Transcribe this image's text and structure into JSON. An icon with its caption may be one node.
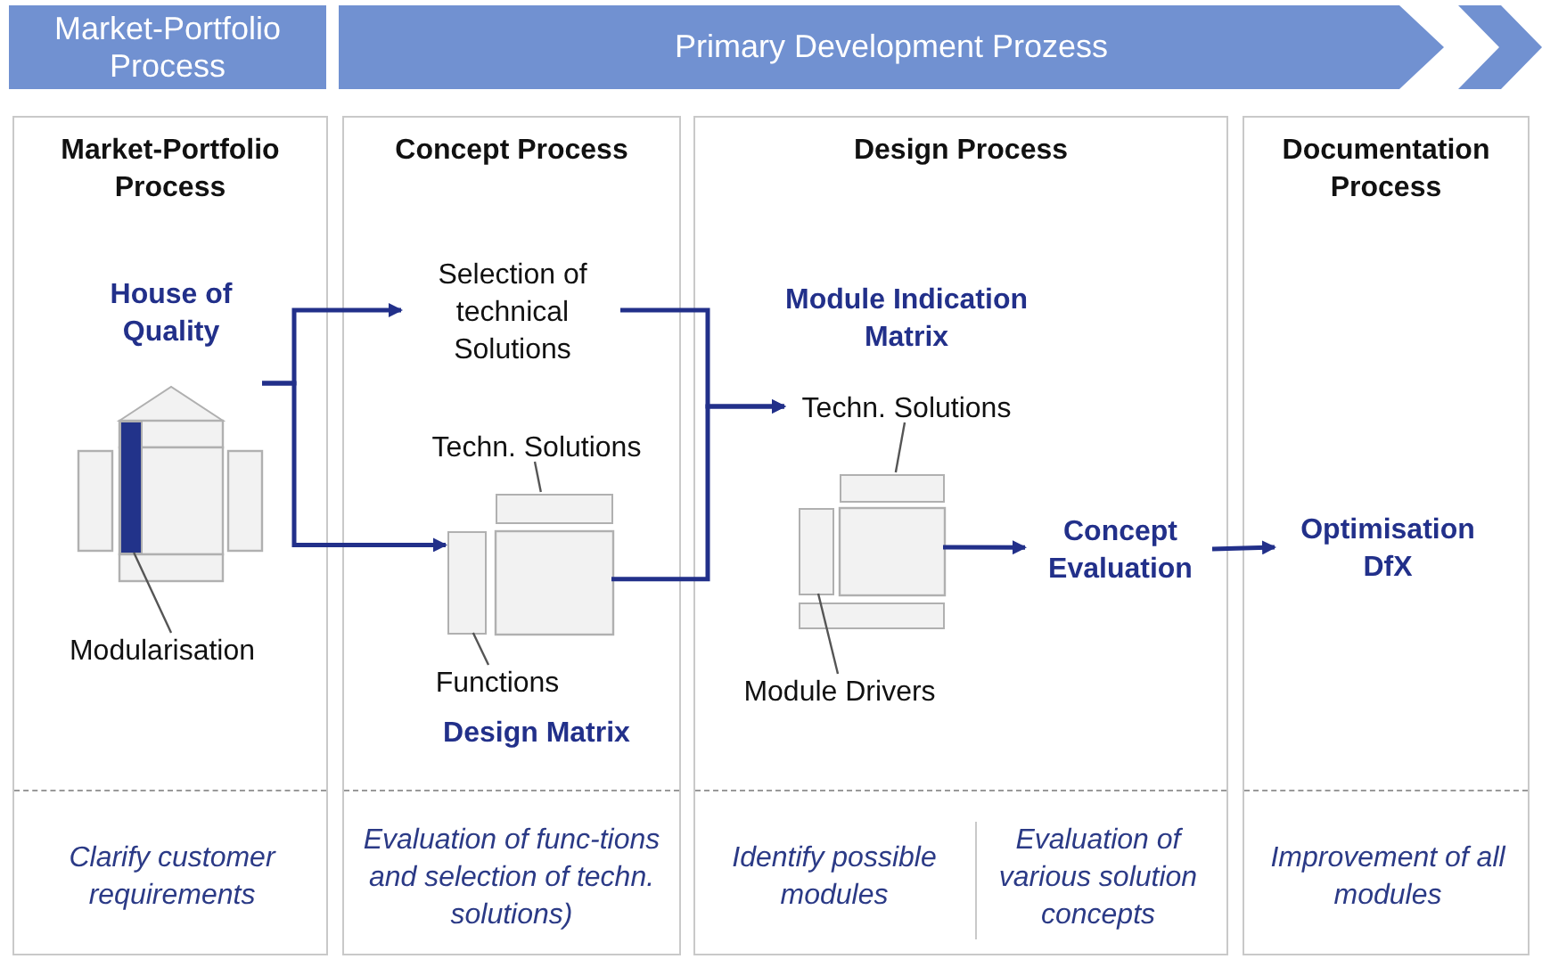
{
  "diagram": {
    "nodes": [
      {
        "text": [
          "Market-Portfolio Process"
        ]
      },
      {
        "text": [
          "Primary Development Prozess"
        ]
      },
      {
        "text": [],
        "shape": "chevron"
      },
      {
        "text": [
          "Market-Portfolio Process",
          "Clarify customer requirements"
        ]
      },
      {
        "text": [
          "House of Quality"
        ],
        "in": 3
      },
      {
        "text": [],
        "shape": "box",
        "in": 3
      },
      {
        "text": [],
        "shape": "bar",
        "in": 5
      },
      {
        "text": [
          "Modularisation"
        ],
        "in": 3
      },
      {
        "text": [
          "Concept Process",
          "Evaluation of func-tions and selection of techn. solutions)"
        ]
      },
      {
        "text": [
          "Selection of technical Solutions"
        ],
        "in": 8
      },
      {
        "text": [
          "Techn. Solutions"
        ],
        "in": 8
      },
      {
        "text": [],
        "shape": "box",
        "in": 8
      },
      {
        "text": [],
        "shape": "bar",
        "in": 8
      },
      {
        "text": [],
        "shape": "bar",
        "in": 8
      },
      {
        "text": [
          "Functions"
        ],
        "in": 8
      },
      {
        "text": [
          "Design Matrix"
        ],
        "in": 8
      },
      {
        "text": [
          "Design Process",
          "Identify possible modules",
          "Evaluation of various solution concepts"
        ]
      },
      {
        "text": [
          "Module Indication Matrix"
        ],
        "in": 16
      },
      {
        "text": [
          "Techn. Solutions"
        ],
        "in": 16
      },
      {
        "text": [],
        "shape": "box",
        "in": 16
      },
      {
        "text": [],
        "shape": "bar",
        "in": 16
      },
      {
        "text": [],
        "shape": "bar",
        "in": 16
      },
      {
        "text": [
          "Module Drivers"
        ],
        "in": 16
      },
      {
        "text": [
          "Concept Evaluation"
        ],
        "in": 16
      },
      {
        "text": [
          "Documentation Process",
          "Improvement of all modules"
        ]
      },
      {
        "text": [
          "Optimisation DfX"
        ],
        "in": 24
      }
    ],
    "edges": [
      {
        "from": 5,
        "to": 9,
        "arrow": "to"
      },
      {
        "from": 5,
        "to": 13,
        "arrow": "to"
      },
      {
        "from": 9,
        "to": 18,
        "arrow": "to"
      },
      {
        "from": 11,
        "to": 18,
        "arrow": "to"
      },
      {
        "from": 7,
        "to": 6,
        "arrow": "none"
      },
      {
        "from": 10,
        "to": 12,
        "arrow": "none"
      },
      {
        "from": 14,
        "to": 13,
        "arrow": "none"
      },
      {
        "from": 18,
        "to": 20,
        "arrow": "none"
      },
      {
        "from": 22,
        "to": 21,
        "arrow": "none"
      },
      {
        "from": 19,
        "to": 23,
        "arrow": "to"
      },
      {
        "from": 23,
        "to": 25,
        "arrow": "to"
      }
    ]
  }
}
